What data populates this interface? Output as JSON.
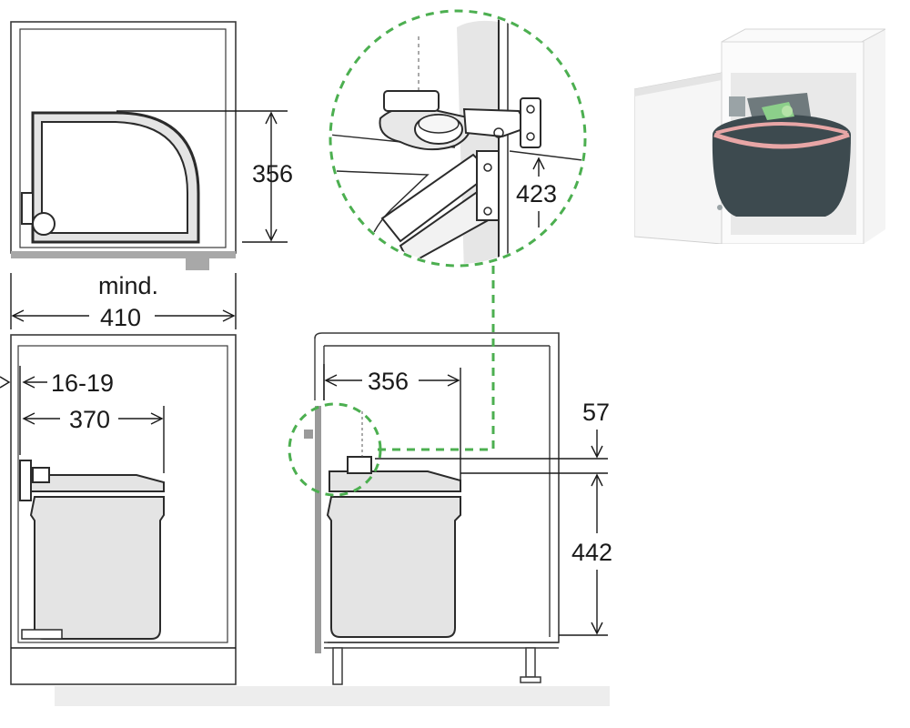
{
  "dimensions": {
    "top_view_depth": "356",
    "min_label": "mind.",
    "min_width": "410",
    "door_thickness": "16-19",
    "bin_depth": "370",
    "bin_depth_right": "356",
    "lid_offset": "57",
    "bin_height": "442",
    "hinge_height": "423"
  },
  "colors": {
    "callout_dash": "#4caf50",
    "bin_fill": "#e4e4e4",
    "photo_bin": "#3d4a4f",
    "photo_rim": "#e8a6a6"
  },
  "icons": {
    "hinge_detail": "hinge-bracket-icon",
    "photo": "cabinet-photo-icon"
  }
}
